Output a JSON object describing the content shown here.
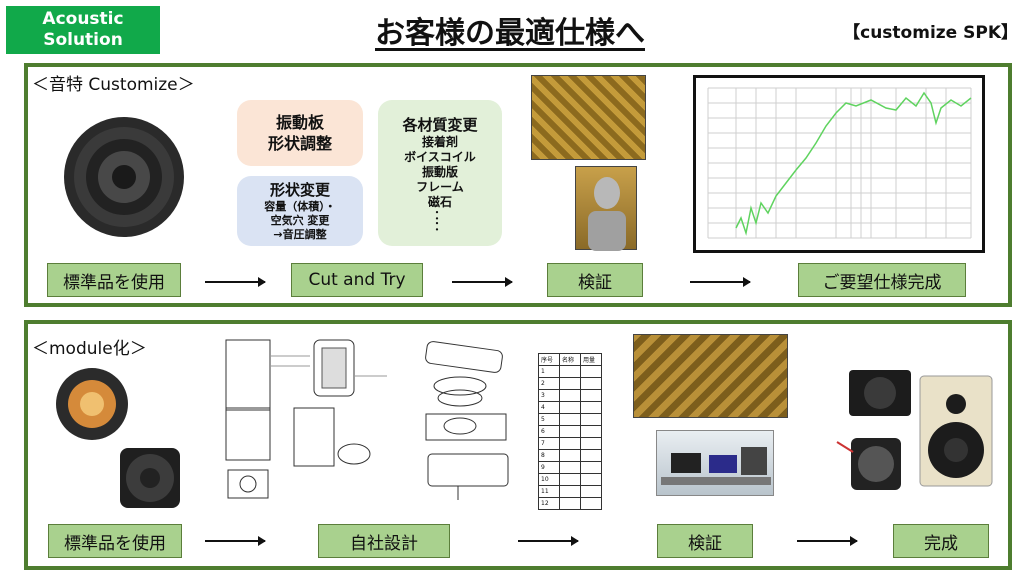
{
  "header": {
    "logo_line1": "Acoustic",
    "logo_line2": "Solution",
    "title": "お客様の最適仕様へ",
    "tag": "【customize SPK】"
  },
  "colors": {
    "logo": "#11a94a",
    "panel_border": "#4e7d2f",
    "step_box": "#a9d18e",
    "curve": "#5fd35f"
  },
  "section1": {
    "title": "＜音特 Customize＞",
    "steps": [
      "標準品を使用",
      "Cut and Try",
      "検証",
      "ご要望仕様完成"
    ],
    "bubble_diaphragm": [
      "振動板",
      "形状調整"
    ],
    "bubble_shape": {
      "title": "形状変更",
      "lines": [
        "容量（体積）・",
        "空気穴 変更",
        "→音圧調整"
      ]
    },
    "bubble_material": {
      "title": "各材質変更",
      "items": [
        "接着剤",
        "ボイスコイル",
        "振動版",
        "フレーム",
        "磁石",
        "：",
        "："
      ]
    }
  },
  "section2": {
    "title": "＜module化＞",
    "steps": [
      "標準品を使用",
      "自社設計",
      "検証",
      "完成"
    ],
    "table_header": [
      "序号",
      "名称",
      "用量"
    ],
    "table_rows": [
      [
        "1",
        "",
        ""
      ],
      [
        "2",
        "",
        ""
      ],
      [
        "3",
        "",
        ""
      ],
      [
        "4",
        "",
        ""
      ],
      [
        "5",
        "",
        ""
      ],
      [
        "6",
        "",
        ""
      ],
      [
        "7",
        "",
        ""
      ],
      [
        "8",
        "",
        ""
      ],
      [
        "9",
        "",
        ""
      ],
      [
        "10",
        "",
        ""
      ],
      [
        "11",
        "",
        ""
      ],
      [
        "12",
        "",
        ""
      ]
    ]
  }
}
